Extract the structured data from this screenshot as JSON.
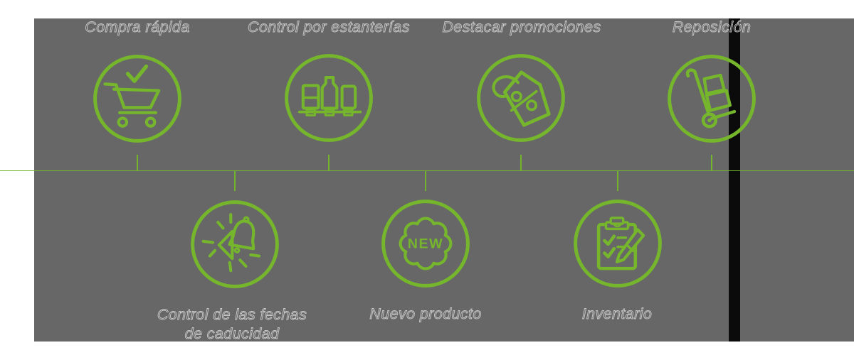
{
  "title": "Retail features infographic",
  "colors": {
    "background": "#ffffff",
    "panel_gray": "#676767",
    "stripe_black": "#0b0b0b",
    "accent_green": "#75b62d",
    "label_outline": "#c9c9c9"
  },
  "divider": {
    "orientation": "horizontal"
  },
  "top_row": [
    {
      "label": "Compra rápida",
      "icon": "shopping-cart-check-icon"
    },
    {
      "label": "Control por estanterías",
      "icon": "shelf-products-icon"
    },
    {
      "label": "Destacar promociones",
      "icon": "discount-tag-percent-icon"
    },
    {
      "label": "Reposición",
      "icon": "hand-truck-icon"
    }
  ],
  "bottom_row": [
    {
      "label": "Control de las fechas de caducidad",
      "label_line1": "Control de las fechas",
      "label_line2": "de caducidad",
      "icon": "alarm-clock-bell-icon"
    },
    {
      "label": "Nuevo producto",
      "icon": "new-badge-icon",
      "badge_text": "NEW"
    },
    {
      "label": "Inventario",
      "icon": "clipboard-checklist-pen-icon"
    }
  ]
}
